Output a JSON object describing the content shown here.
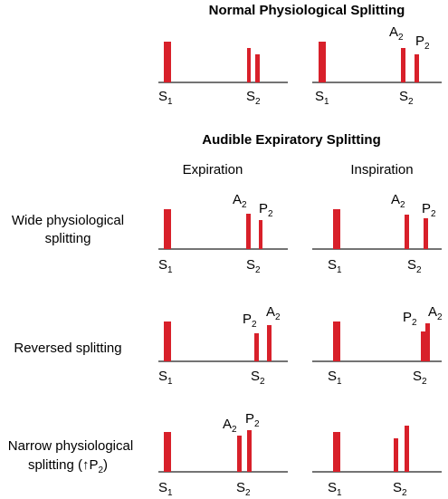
{
  "title_top": "Normal Physiological Splitting",
  "title_mid": "Audible Expiratory Splitting",
  "col_expiration": "Expiration",
  "col_inspiration": "Inspiration",
  "rows": {
    "wide": [
      "Wide physiological",
      "splitting"
    ],
    "reversed": [
      "Reversed splitting"
    ],
    "narrow": [
      "Narrow physiological",
      "splitting (↑P",
      ")"
    ]
  },
  "sounds": {
    "s": "S",
    "a": "A",
    "p": "P",
    "one": "1",
    "two": "2",
    "arrow": "↑"
  },
  "colors": {
    "bar": "#d8202a",
    "axis": "#222222"
  }
}
